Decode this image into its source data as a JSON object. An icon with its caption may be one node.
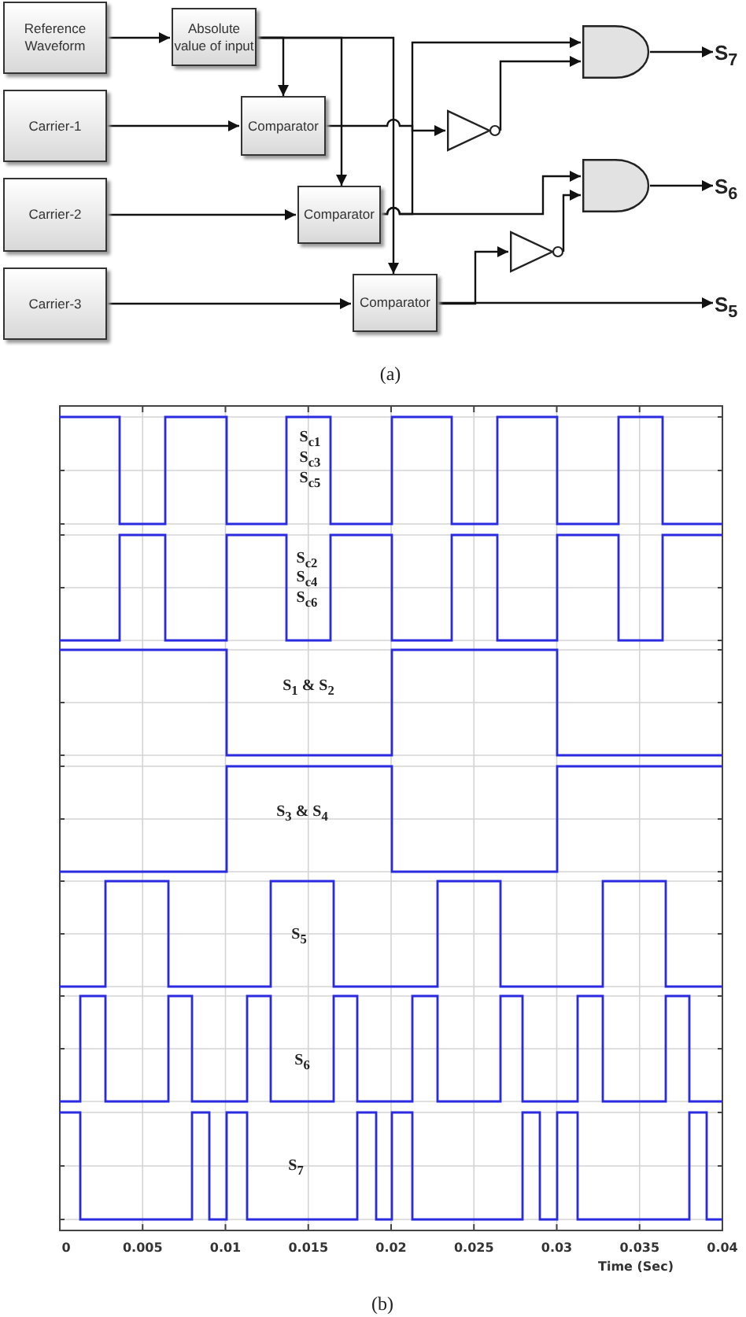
{
  "diagram": {
    "nodes": [
      {
        "text": [
          "Reference Waveform"
        ]
      },
      {
        "text": [
          "Absolute value of input"
        ]
      },
      {
        "text": [
          "Carrier-1"
        ]
      },
      {
        "text": [
          "Comparator"
        ]
      },
      {
        "text": [
          "Carrier-2"
        ]
      },
      {
        "text": [
          "Comparator"
        ]
      },
      {
        "text": [
          "Carrier-3"
        ]
      },
      {
        "text": [
          "Comparator"
        ]
      },
      {
        "text": [],
        "shape": "triangle"
      },
      {
        "text": [],
        "shape": "gate"
      },
      {
        "text": [],
        "shape": "gate"
      },
      {
        "text": [],
        "shape": "triangle"
      },
      {
        "text": [
          "S$_{7}$"
        ]
      },
      {
        "text": [
          "S$_{6}$"
        ]
      },
      {
        "text": [
          "S$_{5}$"
        ]
      }
    ],
    "edges": [
      {
        "from": 0,
        "to": 1,
        "arrow": "to"
      },
      {
        "from": 1,
        "to": 3,
        "arrow": "to"
      },
      {
        "from": 1,
        "to": 5,
        "arrow": "to"
      },
      {
        "from": 1,
        "to": 7,
        "arrow": "to"
      },
      {
        "from": 2,
        "to": 3,
        "arrow": "to"
      },
      {
        "from": 4,
        "to": 5,
        "arrow": "to"
      },
      {
        "from": 6,
        "to": 7,
        "arrow": "to"
      },
      {
        "from": 3,
        "to": 8,
        "arrow": "to"
      },
      {
        "from": 5,
        "to": 9,
        "arrow": "to"
      },
      {
        "from": 5,
        "to": 10,
        "arrow": "to"
      },
      {
        "from": 8,
        "to": 9,
        "arrow": "to"
      },
      {
        "from": 7,
        "to": 11,
        "arrow": "to"
      },
      {
        "from": 11,
        "to": 10,
        "arrow": "to"
      },
      {
        "from": 9,
        "to": 12,
        "arrow": "to"
      },
      {
        "from": 10,
        "to": 13,
        "arrow": "to"
      },
      {
        "from": 7,
        "to": 14,
        "arrow": "to"
      }
    ],
    "labels": [
      "(a)",
      "S$_{c1}$",
      "S$_{c3}$",
      "S$_{c5}$",
      "S$_{c2}$",
      "S$_{c4}$",
      "S$_{c6}$",
      "S$_{1}$ & S$_{2}$",
      "S$_{3}$ & S$_{4}$",
      "S$_{5}$",
      "S$_{6}$",
      "S$_{7}$",
      "0",
      "0.005",
      "0.01",
      "0.015",
      "0.02",
      "0.025",
      "0.03",
      "0.035",
      "0.04",
      "Time (Sec)",
      "(b)"
    ]
  }
}
